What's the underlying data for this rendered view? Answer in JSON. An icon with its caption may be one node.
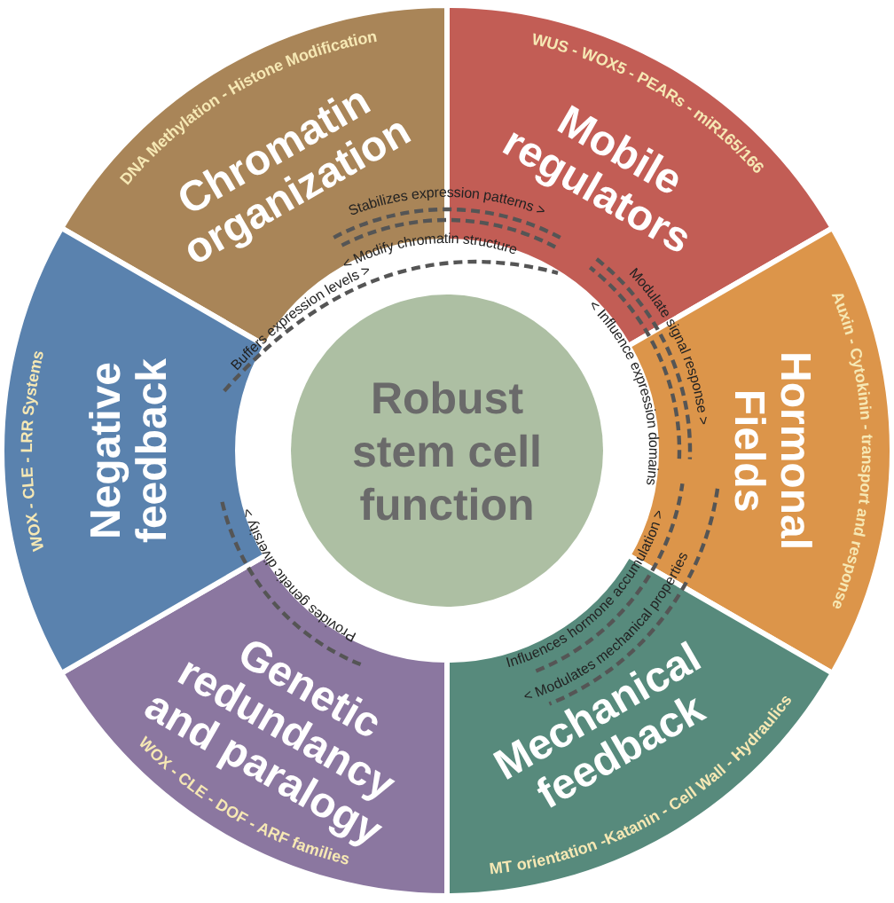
{
  "diagram": {
    "nodes": [
      {
        "text": [
          "Robust stem cell function"
        ]
      },
      {
        "text": [
          "Chromatin organization",
          "DNA Methylation - Histone Modification"
        ]
      },
      {
        "text": [
          "Mobile regulators",
          "WUS - WOX5 - PEARs - miR165/166"
        ]
      },
      {
        "text": [
          "Hormonal Fields",
          "Auxin - Cytokinin - transport and response"
        ]
      },
      {
        "text": [
          "Mechanical feedback",
          "MT orientation -Katanin - Cell Wall - Hydraulics"
        ]
      },
      {
        "text": [
          "Genetic redundancy and paralogy",
          "WOX - CLE - DOF - ARF families"
        ]
      },
      {
        "text": [
          "Negative feedback",
          "WOX - CLE - LRR Systems"
        ]
      }
    ],
    "edges": [
      {
        "from": 1,
        "to": 2,
        "arrow": "none",
        "style": "dashed",
        "label": "Stabilizes expression patterns >"
      },
      {
        "from": 2,
        "to": 1,
        "arrow": "none",
        "style": "dashed",
        "label": "< Modify chromatin structure"
      },
      {
        "from": 6,
        "to": 2,
        "arrow": "none",
        "style": "dashed",
        "label": "Buffers expression levels >"
      },
      {
        "from": 2,
        "to": 3,
        "arrow": "none",
        "style": "dashed",
        "label": "Modulate signal response >"
      },
      {
        "from": 3,
        "to": 2,
        "arrow": "none",
        "style": "dashed",
        "label": "< Influence expression domains"
      },
      {
        "from": 4,
        "to": 3,
        "arrow": "none",
        "style": "dashed",
        "label": "Influences hormone accumulation >"
      },
      {
        "from": 3,
        "to": 4,
        "arrow": "none",
        "style": "dashed",
        "label": "< Modulates mechanical properties"
      },
      {
        "from": 5,
        "to": 6,
        "arrow": "none",
        "style": "dashed",
        "label": "Provides genetic diversity >"
      }
    ]
  }
}
